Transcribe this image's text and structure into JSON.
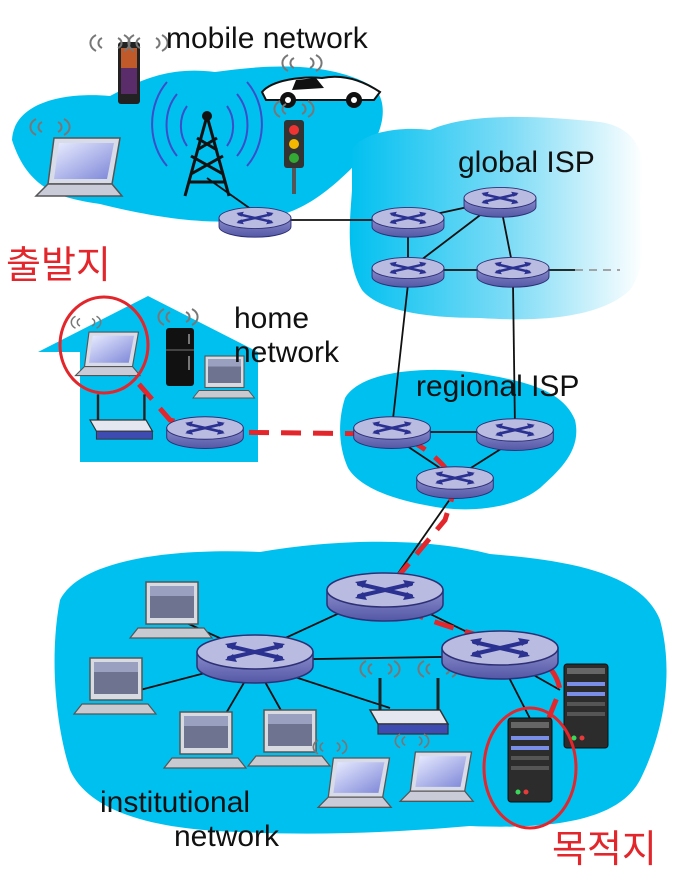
{
  "labels": {
    "mobile_network": "mobile network",
    "global_isp": "global ISP",
    "home_line1": "home",
    "home_line2": "network",
    "regional_isp": "regional ISP",
    "institutional_line1": "institutional",
    "institutional_line2": "network",
    "source": "출발지",
    "destination": "목적지"
  },
  "colors": {
    "cloud": "#00c0f0",
    "router_top": "#b7b9de",
    "router_side": "#6e71b7",
    "router_x": "#2b3190",
    "path": "#e2262b",
    "link": "#111111"
  },
  "icons": [
    "smartphone-icon",
    "car-icon",
    "cell-tower-icon",
    "traffic-light-icon",
    "laptop-icon",
    "fridge-icon",
    "desktop-pc-icon",
    "wifi-access-point-icon",
    "server-icon",
    "router-icon"
  ]
}
